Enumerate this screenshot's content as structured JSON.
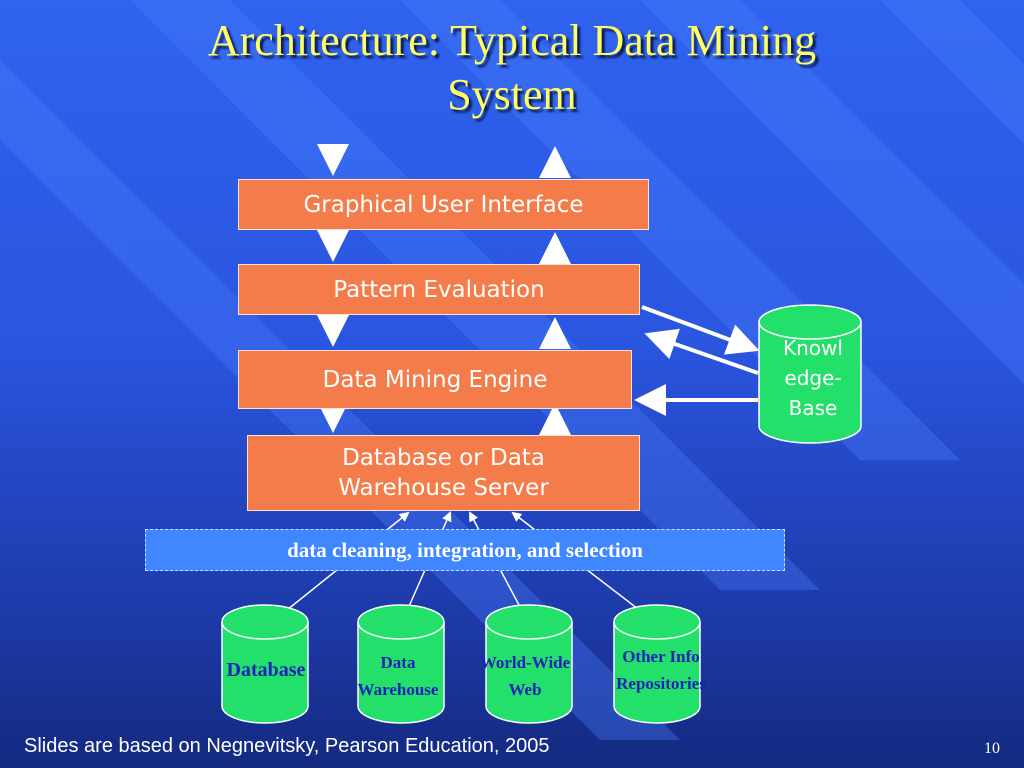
{
  "slide": {
    "title_line1": "Architecture: Typical Data Mining",
    "title_line2": "System",
    "footer": "Slides are based on Negnevitsky, Pearson Education, 2005",
    "page_number": "10"
  },
  "layers": {
    "gui": "Graphical User Interface",
    "pattern_evaluation": "Pattern Evaluation",
    "engine": "Data Mining Engine",
    "server_line1": "Database or Data",
    "server_line2": "Warehouse Server",
    "cleaning": "data cleaning, integration, and selection"
  },
  "knowledge_base": {
    "line1": "Knowl",
    "line2": "edge-",
    "line3": "Base"
  },
  "sources": {
    "database": "Database",
    "warehouse_line1": "Data",
    "warehouse_line2": "Warehouse",
    "web_line1": "World-Wide",
    "web_line2": "Web",
    "other_line1": "Other Info",
    "other_line2": "Repositories"
  },
  "colors": {
    "box": "#f47c4a",
    "cylinder": "#22e06a",
    "title": "#ffff66",
    "cleaning_bar": "#3f86ff",
    "source_label": "#1a22b8"
  }
}
